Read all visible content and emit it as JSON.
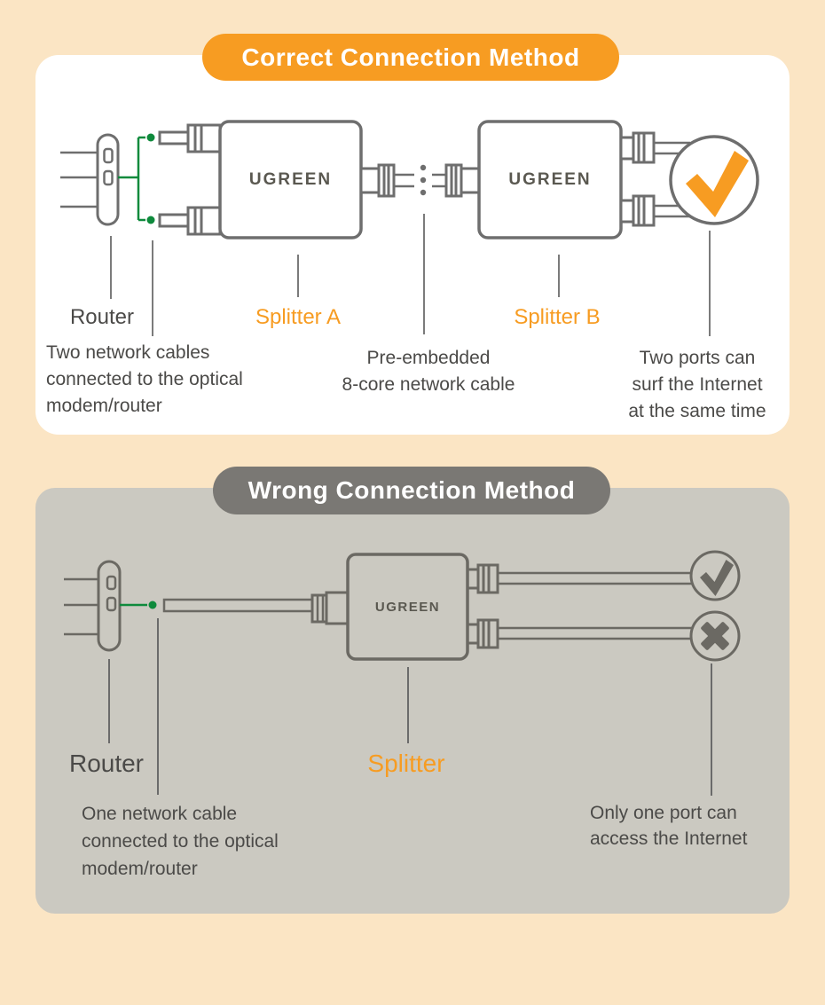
{
  "colors": {
    "background": "#FBE5C4",
    "panel_correct": "#FFFFFF",
    "panel_wrong": "#CBC9C1",
    "accent_orange": "#F79C22",
    "pill_gray": "#7A7874",
    "line_gray": "#6E6E6E",
    "text_dark": "#4B4A48",
    "cable_green": "#0E8A3C",
    "brand_gray": "#5A5850"
  },
  "brand": "UGREEN",
  "correct_section": {
    "title": "Correct Connection Method",
    "labels": {
      "router": "Router",
      "splitter_a": "Splitter A",
      "splitter_b": "Splitter B"
    },
    "annotations": {
      "router": "Two network cables\nconnected to the optical\nmodem/router",
      "cable": "Pre-embedded\n8-core network cable",
      "result": "Two ports can\nsurf the Internet\nat the same time"
    },
    "result_icon": "check-icon"
  },
  "wrong_section": {
    "title": "Wrong Connection Method",
    "labels": {
      "router": "Router",
      "splitter": "Splitter"
    },
    "annotations": {
      "router": "One network cable\nconnected to the optical\nmodem/router",
      "result": "Only one port can\naccess the Internet"
    },
    "result_icons": [
      "check-icon",
      "x-icon"
    ]
  }
}
